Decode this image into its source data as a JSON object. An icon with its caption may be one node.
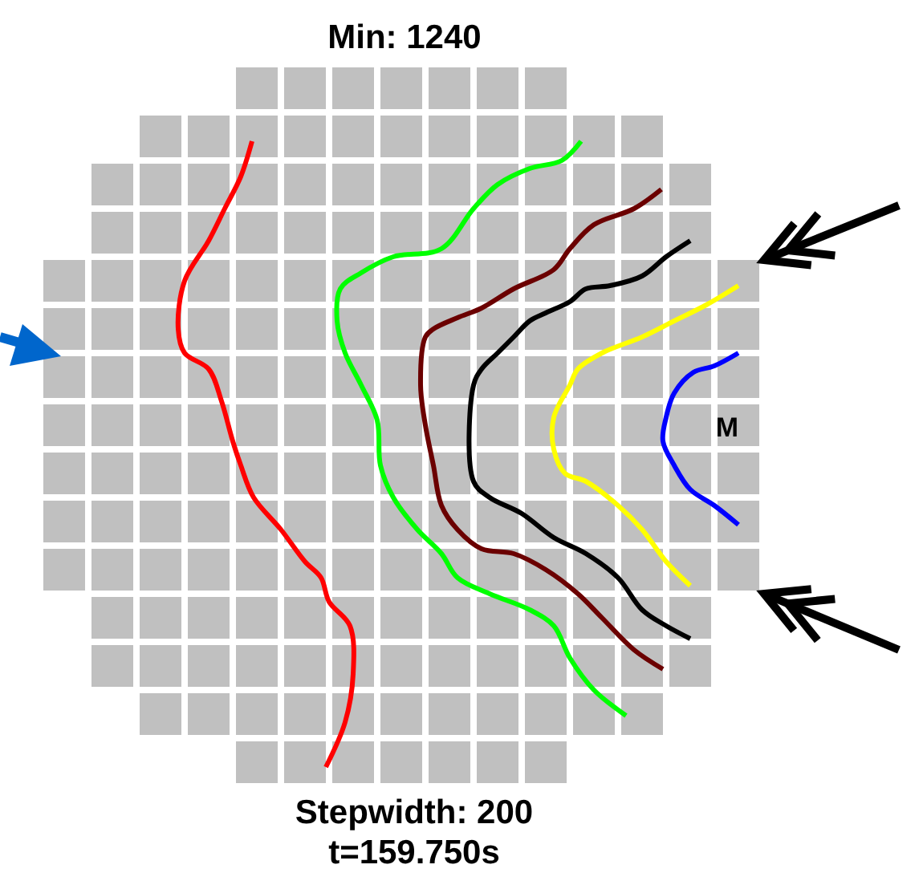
{
  "diagram": {
    "labels": [
      "Min: 1240",
      "M",
      "Stepwidth: 200",
      "t=159.750s"
    ]
  }
}
